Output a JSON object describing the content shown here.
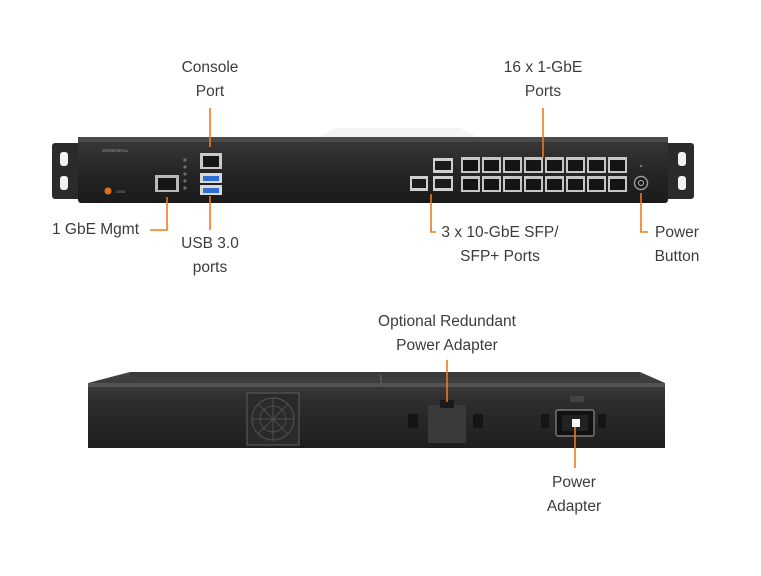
{
  "brand": "SONICWALL",
  "model": "2700",
  "callout_color": "#f07a1a",
  "callouts": {
    "console_port": [
      "Console",
      "Port"
    ],
    "gbe_ports": [
      "16 x 1-GbE",
      "Ports"
    ],
    "mgmt": [
      "1 GbE Mgmt"
    ],
    "usb": [
      "USB 3.0",
      "ports"
    ],
    "sfp": [
      "3 x 10-GbE SFP/",
      "SFP+ Ports"
    ],
    "power_button": [
      "Power",
      "Button"
    ],
    "redundant_power": [
      "Optional Redundant",
      "Power Adapter"
    ],
    "power_adapter": [
      "Power",
      "Adapter"
    ]
  }
}
